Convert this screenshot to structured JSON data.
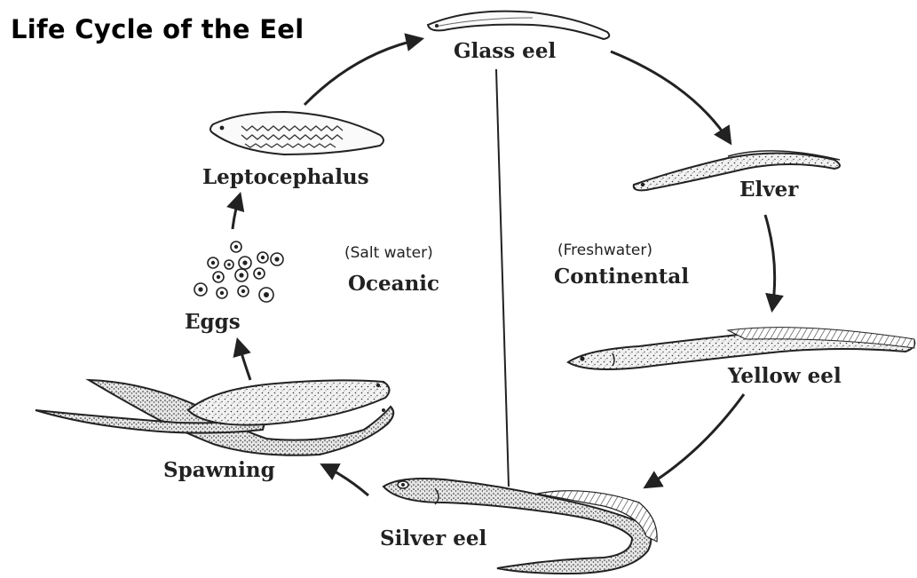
{
  "title": "Life Cycle of the Eel",
  "stages": {
    "glass_eel": "Glass eel",
    "elver": "Elver",
    "yellow_eel": "Yellow eel",
    "silver_eel": "Silver eel",
    "spawning": "Spawning",
    "eggs": "Eggs",
    "leptocephalus": "Leptocephalus"
  },
  "zones": {
    "oceanic": {
      "sub": "(Salt water)",
      "name": "Oceanic"
    },
    "continental": {
      "sub": "(Freshwater)",
      "name": "Continental"
    }
  }
}
